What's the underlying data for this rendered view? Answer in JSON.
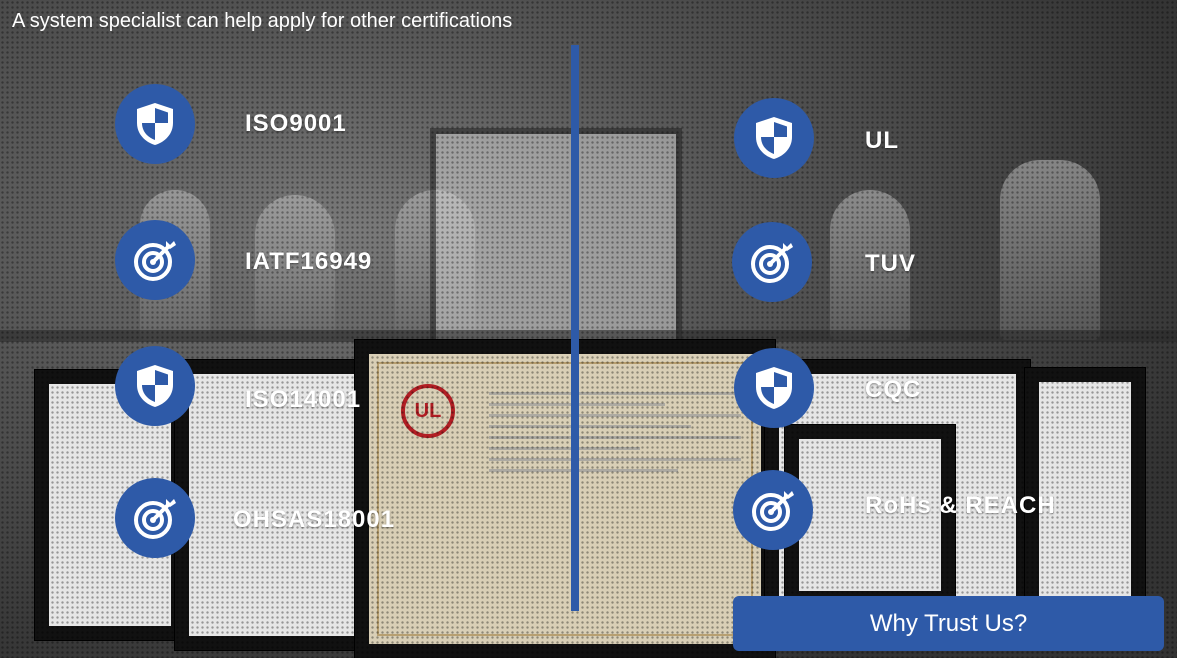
{
  "headline": "A system specialist can help apply for other certifications",
  "certifications_left": [
    {
      "label": "ISO9001",
      "icon": "shield-icon"
    },
    {
      "label": "IATF16949",
      "icon": "target-icon"
    },
    {
      "label": "ISO14001",
      "icon": "shield-icon"
    },
    {
      "label": "OHSAS18001",
      "icon": "target-icon"
    }
  ],
  "certifications_right": [
    {
      "label": "UL",
      "icon": "shield-icon"
    },
    {
      "label": "TUV",
      "icon": "target-icon"
    },
    {
      "label": "CQC",
      "icon": "shield-icon"
    },
    {
      "label": "RoHs & REACH",
      "icon": "target-icon"
    }
  ],
  "button": {
    "label": "Why Trust Us?"
  },
  "colors": {
    "accent": "#2e5aa8",
    "text": "#ffffff"
  }
}
